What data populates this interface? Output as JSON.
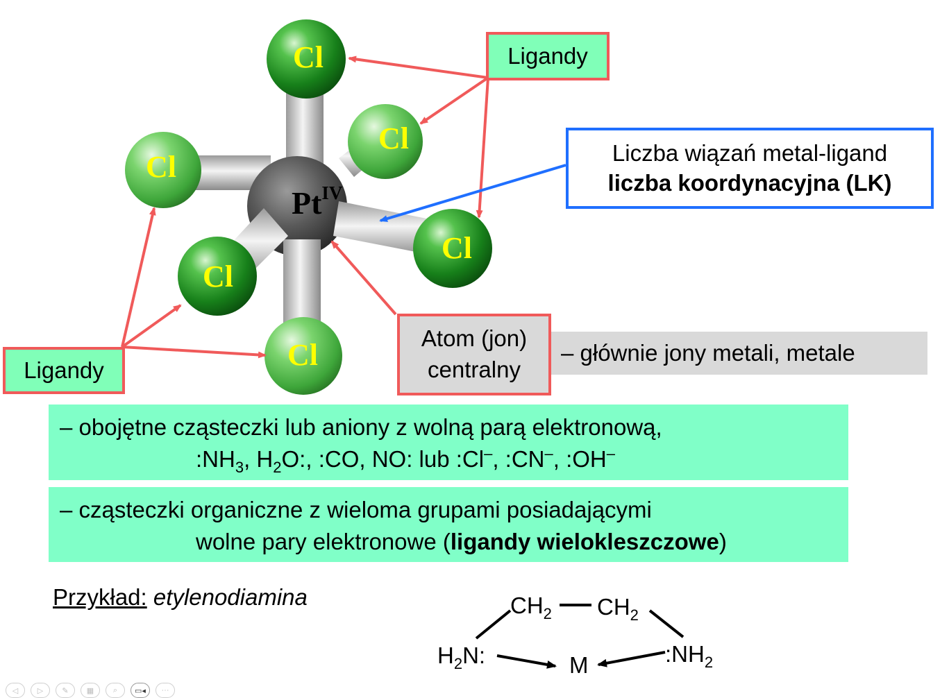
{
  "molecule": {
    "central_atom": "Pt",
    "oxidation_state": "IV",
    "ligand_symbol": "Cl"
  },
  "labels": {
    "ligandy_top": "Ligandy",
    "ligandy_bottom": "Ligandy",
    "lk_line1": "Liczba wiązań metal-ligand",
    "lk_line2": "liczba koordynacyjna (LK)",
    "atom_line1": "Atom (jon)",
    "atom_line2": "centralny",
    "atom_note": "– głównie jony metali, metale"
  },
  "bands": {
    "band1_line1": "– obojętne cząsteczki lub aniony z wolną parą elektronową,",
    "band1_line2": {
      "p1": ":NH",
      "sub1": "3",
      "p2": ", H",
      "sub2": "2",
      "p3": "O:, :CO, NO: lub :Cl",
      "sup1": "–",
      "p4": ", :CN",
      "sup2": "–",
      "p5": ", :OH",
      "sup3": "–"
    },
    "band2_line1": "– cząsteczki organiczne z wieloma grupami posiadającymi",
    "band2_line2_pre": "wolne pary elektronowe (",
    "band2_line2_bold": "ligandy wielokleszczowe",
    "band2_line2_post": ")"
  },
  "example": {
    "label": "Przykład:",
    "name": "etylenodiamina"
  },
  "formula": {
    "ch": "CH",
    "sub2": "2",
    "h": "H",
    "n_left": "N:",
    "metal": "M",
    "n_right": ":NH"
  },
  "colors": {
    "arrow_red": "#f05a5a",
    "arrow_blue": "#1f6fff",
    "band_green": "#80ffc8",
    "box_green": "#80ffb8",
    "chlorine_label": "#ffff00"
  },
  "nav": {
    "buttons": [
      "◁",
      "▷",
      "✎",
      "▦",
      "⌕",
      "▭◂",
      "···"
    ]
  }
}
